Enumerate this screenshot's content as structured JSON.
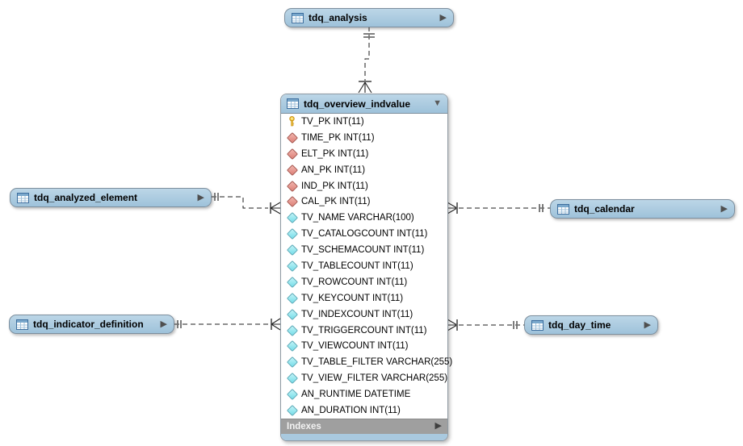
{
  "tables": {
    "analysis": {
      "title": "tdq_analysis"
    },
    "analyzed_element": {
      "title": "tdq_analyzed_element"
    },
    "calendar": {
      "title": "tdq_calendar"
    },
    "indicator_definition": {
      "title": "tdq_indicator_definition"
    },
    "day_time": {
      "title": "tdq_day_time"
    }
  },
  "main_table": {
    "title": "tdq_overview_indvalue",
    "footer_label": "Indexes",
    "columns": [
      {
        "name": "TV_PK",
        "type": "INT(11)",
        "icon": "primary-key-icon"
      },
      {
        "name": "TIME_PK",
        "type": "INT(11)",
        "icon": "foreign-key-icon"
      },
      {
        "name": "ELT_PK",
        "type": "INT(11)",
        "icon": "foreign-key-icon"
      },
      {
        "name": "AN_PK",
        "type": "INT(11)",
        "icon": "foreign-key-icon"
      },
      {
        "name": "IND_PK",
        "type": "INT(11)",
        "icon": "foreign-key-icon"
      },
      {
        "name": "CAL_PK",
        "type": "INT(11)",
        "icon": "foreign-key-icon"
      },
      {
        "name": "TV_NAME",
        "type": "VARCHAR(100)",
        "icon": "column-icon"
      },
      {
        "name": "TV_CATALOGCOUNT",
        "type": "INT(11)",
        "icon": "column-icon"
      },
      {
        "name": "TV_SCHEMACOUNT",
        "type": "INT(11)",
        "icon": "column-icon"
      },
      {
        "name": "TV_TABLECOUNT",
        "type": "INT(11)",
        "icon": "column-icon"
      },
      {
        "name": "TV_ROWCOUNT",
        "type": "INT(11)",
        "icon": "column-icon"
      },
      {
        "name": "TV_KEYCOUNT",
        "type": "INT(11)",
        "icon": "column-icon"
      },
      {
        "name": "TV_INDEXCOUNT",
        "type": "INT(11)",
        "icon": "column-icon"
      },
      {
        "name": "TV_TRIGGERCOUNT",
        "type": "INT(11)",
        "icon": "column-icon"
      },
      {
        "name": "TV_VIEWCOUNT",
        "type": "INT(11)",
        "icon": "column-icon"
      },
      {
        "name": "TV_TABLE_FILTER",
        "type": "VARCHAR(255)",
        "icon": "column-icon"
      },
      {
        "name": "TV_VIEW_FILTER",
        "type": "VARCHAR(255)",
        "icon": "column-icon"
      },
      {
        "name": "AN_RUNTIME",
        "type": "DATETIME",
        "icon": "column-icon"
      },
      {
        "name": "AN_DURATION",
        "type": "INT(11)",
        "icon": "column-icon"
      }
    ]
  },
  "icons": {
    "expand_arrow": "▶",
    "collapse_arrow": "▼"
  },
  "colors": {
    "table_header_blue": "#a9c9df",
    "indexes_bar_gray": "#9f9f9f",
    "primary_key_yellow": "#f0c63f",
    "foreign_key_red": "#e0897f",
    "column_cyan": "#84e2ec"
  }
}
